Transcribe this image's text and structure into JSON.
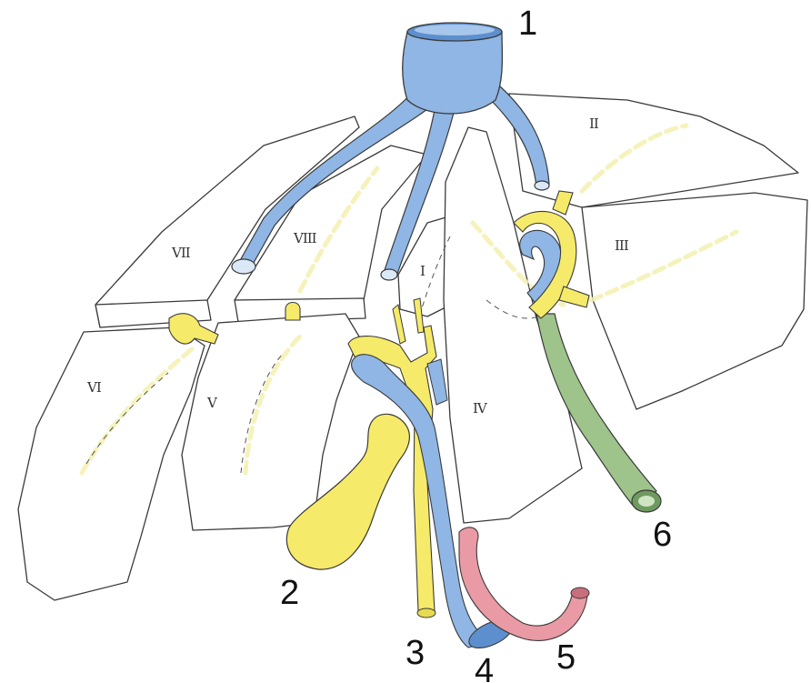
{
  "segments": {
    "s1": "I",
    "s2": "II",
    "s3": "III",
    "s4": "IV",
    "s5": "V",
    "s6": "VI",
    "s7": "VII",
    "s8": "VIII"
  },
  "callouts": {
    "n1": "1",
    "n2": "2",
    "n3": "3",
    "n4": "4",
    "n5": "5",
    "n6": "6"
  },
  "colors": {
    "vein": "#8fb6e4",
    "vein_dark": "#5d8fcf",
    "bile": "#f6ea6a",
    "bile_dark": "#d9c93c",
    "portal": "#9ec38b",
    "portal_dark": "#6f9a5f",
    "artery": "#e99aa4",
    "artery_dark": "#c86f7d"
  }
}
